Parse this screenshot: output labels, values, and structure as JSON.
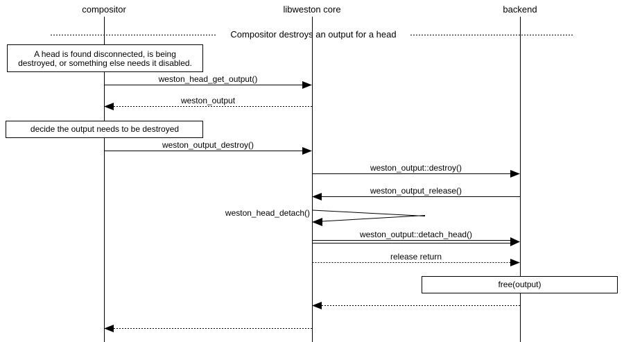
{
  "diagram": {
    "actors": [
      {
        "name": "compositor"
      },
      {
        "name": "libweston core"
      },
      {
        "name": "backend"
      }
    ],
    "divider": {
      "text": "Compositor destroys an output for a head"
    },
    "notes": [
      {
        "text": "A head is found disconnected, is being destroyed, or something else needs it disabled."
      },
      {
        "text": "decide the output needs to be destroyed"
      },
      {
        "text": "free(output)"
      }
    ],
    "messages": [
      {
        "label": "weston_head_get_output()",
        "from": "compositor",
        "to": "libweston core",
        "style": "solid"
      },
      {
        "label": "weston_output",
        "from": "libweston core",
        "to": "compositor",
        "style": "dotted"
      },
      {
        "label": "weston_output_destroy()",
        "from": "compositor",
        "to": "libweston core",
        "style": "solid"
      },
      {
        "label": "weston_output::destroy()",
        "from": "libweston core",
        "to": "backend",
        "style": "solid"
      },
      {
        "label": "weston_output_release()",
        "from": "backend",
        "to": "libweston core",
        "style": "solid"
      },
      {
        "label": "weston_head_detach()",
        "from": "libweston core",
        "to": "libweston core",
        "style": "self"
      },
      {
        "label": "weston_output::detach_head()",
        "from": "libweston core",
        "to": "backend",
        "style": "double"
      },
      {
        "label": "release return",
        "from": "libweston core",
        "to": "backend",
        "style": "dotted"
      },
      {
        "label": "",
        "from": "backend",
        "to": "libweston core",
        "style": "dotted"
      },
      {
        "label": "",
        "from": "libweston core",
        "to": "compositor",
        "style": "dotted"
      }
    ],
    "colors": {
      "line": "#000000",
      "background": "#ffffff"
    }
  }
}
